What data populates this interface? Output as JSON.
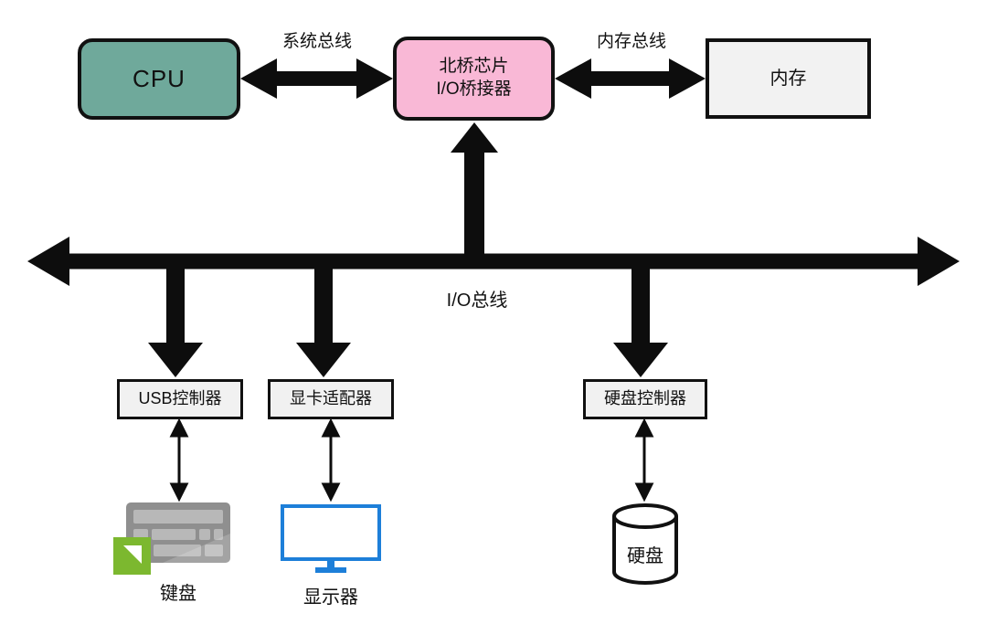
{
  "nodes": {
    "cpu": {
      "label": "CPU"
    },
    "northbridge": {
      "line1": "北桥芯片",
      "line2": "I/O桥接器"
    },
    "memory": {
      "label": "内存"
    },
    "usb_controller": {
      "label": "USB控制器"
    },
    "graphics_adapter": {
      "label": "显卡适配器"
    },
    "disk_controller": {
      "label": "硬盘控制器"
    },
    "keyboard": {
      "label": "键盘"
    },
    "monitor": {
      "label": "显示器"
    },
    "disk": {
      "label": "硬盘"
    }
  },
  "buses": {
    "system_bus": {
      "label": "系统总线"
    },
    "memory_bus": {
      "label": "内存总线"
    },
    "io_bus": {
      "label": "I/O总线"
    }
  },
  "colors": {
    "cpu_fill": "#6FA99B",
    "northbridge_fill": "#F9B8D6",
    "memory_fill": "#F2F2F2",
    "controller_fill": "#F1F1F1",
    "arrow_black": "#0D0D0D",
    "monitor_blue": "#1D7FD9",
    "keyboard_gray": "#8F8F8F",
    "keyboard_key_gray": "#B8B8B8",
    "badge_green": "#7CB82F"
  }
}
